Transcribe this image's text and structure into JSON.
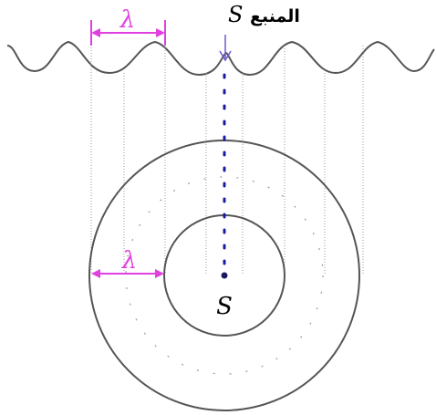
{
  "labels": {
    "source_top": "المنبع",
    "source_symbol_top": "S",
    "source_symbol_center": "S",
    "wavelength_top": "λ",
    "wavelength_side": "λ"
  },
  "colors": {
    "annotation_magenta": "#e040e0",
    "source_arrow": "#6a5acd",
    "source_dots": "#1a1aa0",
    "line_gray": "#555555",
    "guide_gray": "#9a9a9a"
  }
}
